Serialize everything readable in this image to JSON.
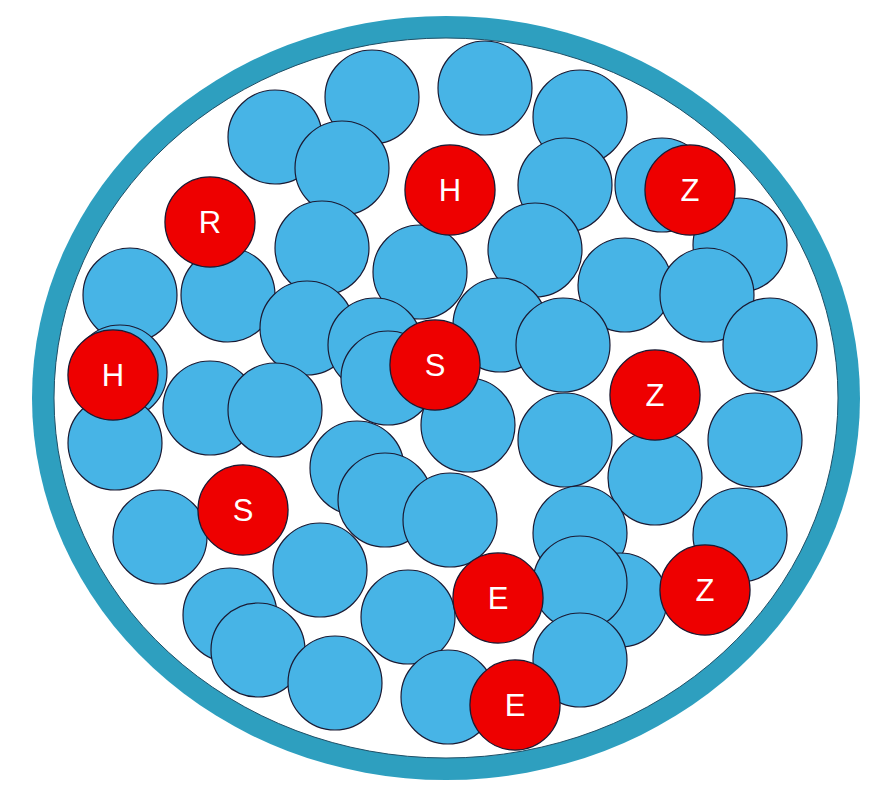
{
  "diagram": {
    "nodes": [
      {
        "text": [
          "R"
        ]
      },
      {
        "text": [
          "H"
        ]
      },
      {
        "text": [
          "Z"
        ]
      },
      {
        "text": [
          "H"
        ]
      },
      {
        "text": [
          "S"
        ]
      },
      {
        "text": [
          "Z"
        ]
      },
      {
        "text": [
          "S"
        ]
      },
      {
        "text": [
          "E"
        ]
      },
      {
        "text": [
          "Z"
        ]
      },
      {
        "text": [
          "E"
        ]
      }
    ]
  }
}
